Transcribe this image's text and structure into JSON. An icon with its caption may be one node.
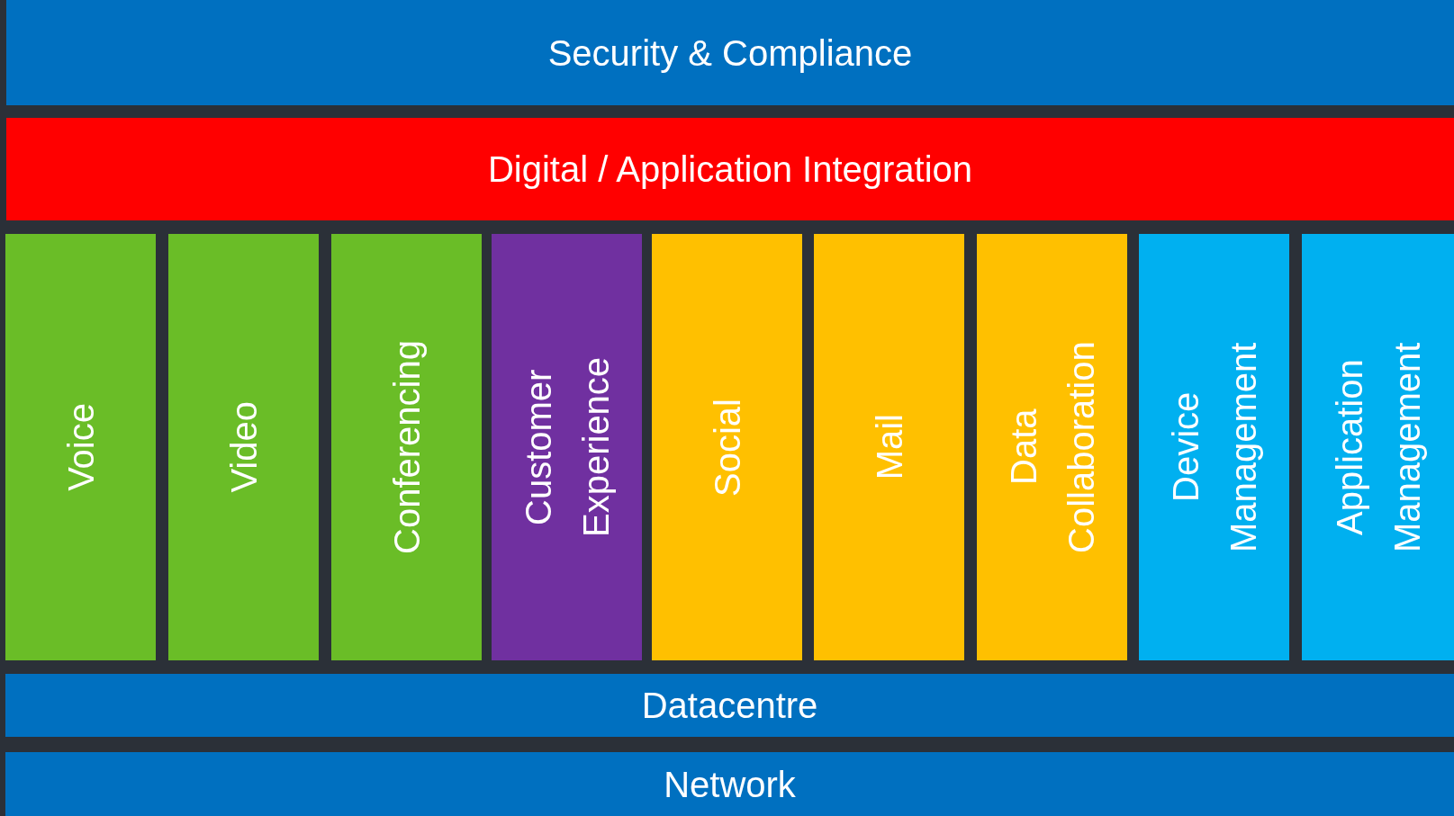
{
  "diagram": {
    "nodes": [
      {
        "text": [
          "Security & Compliance"
        ]
      },
      {
        "text": [
          "Digital / Application Integration"
        ]
      },
      {
        "text": [
          "Voice"
        ]
      },
      {
        "text": [
          "Video"
        ]
      },
      {
        "text": [
          "Conferencing"
        ]
      },
      {
        "text": [
          "Customer Experience"
        ]
      },
      {
        "text": [
          "Social"
        ]
      },
      {
        "text": [
          "Mail"
        ]
      },
      {
        "text": [
          "Data Collaboration"
        ]
      },
      {
        "text": [
          "Device Management"
        ]
      },
      {
        "text": [
          "Application Management"
        ]
      },
      {
        "text": [
          "Datacentre"
        ]
      },
      {
        "text": [
          "Network"
        ]
      }
    ]
  }
}
